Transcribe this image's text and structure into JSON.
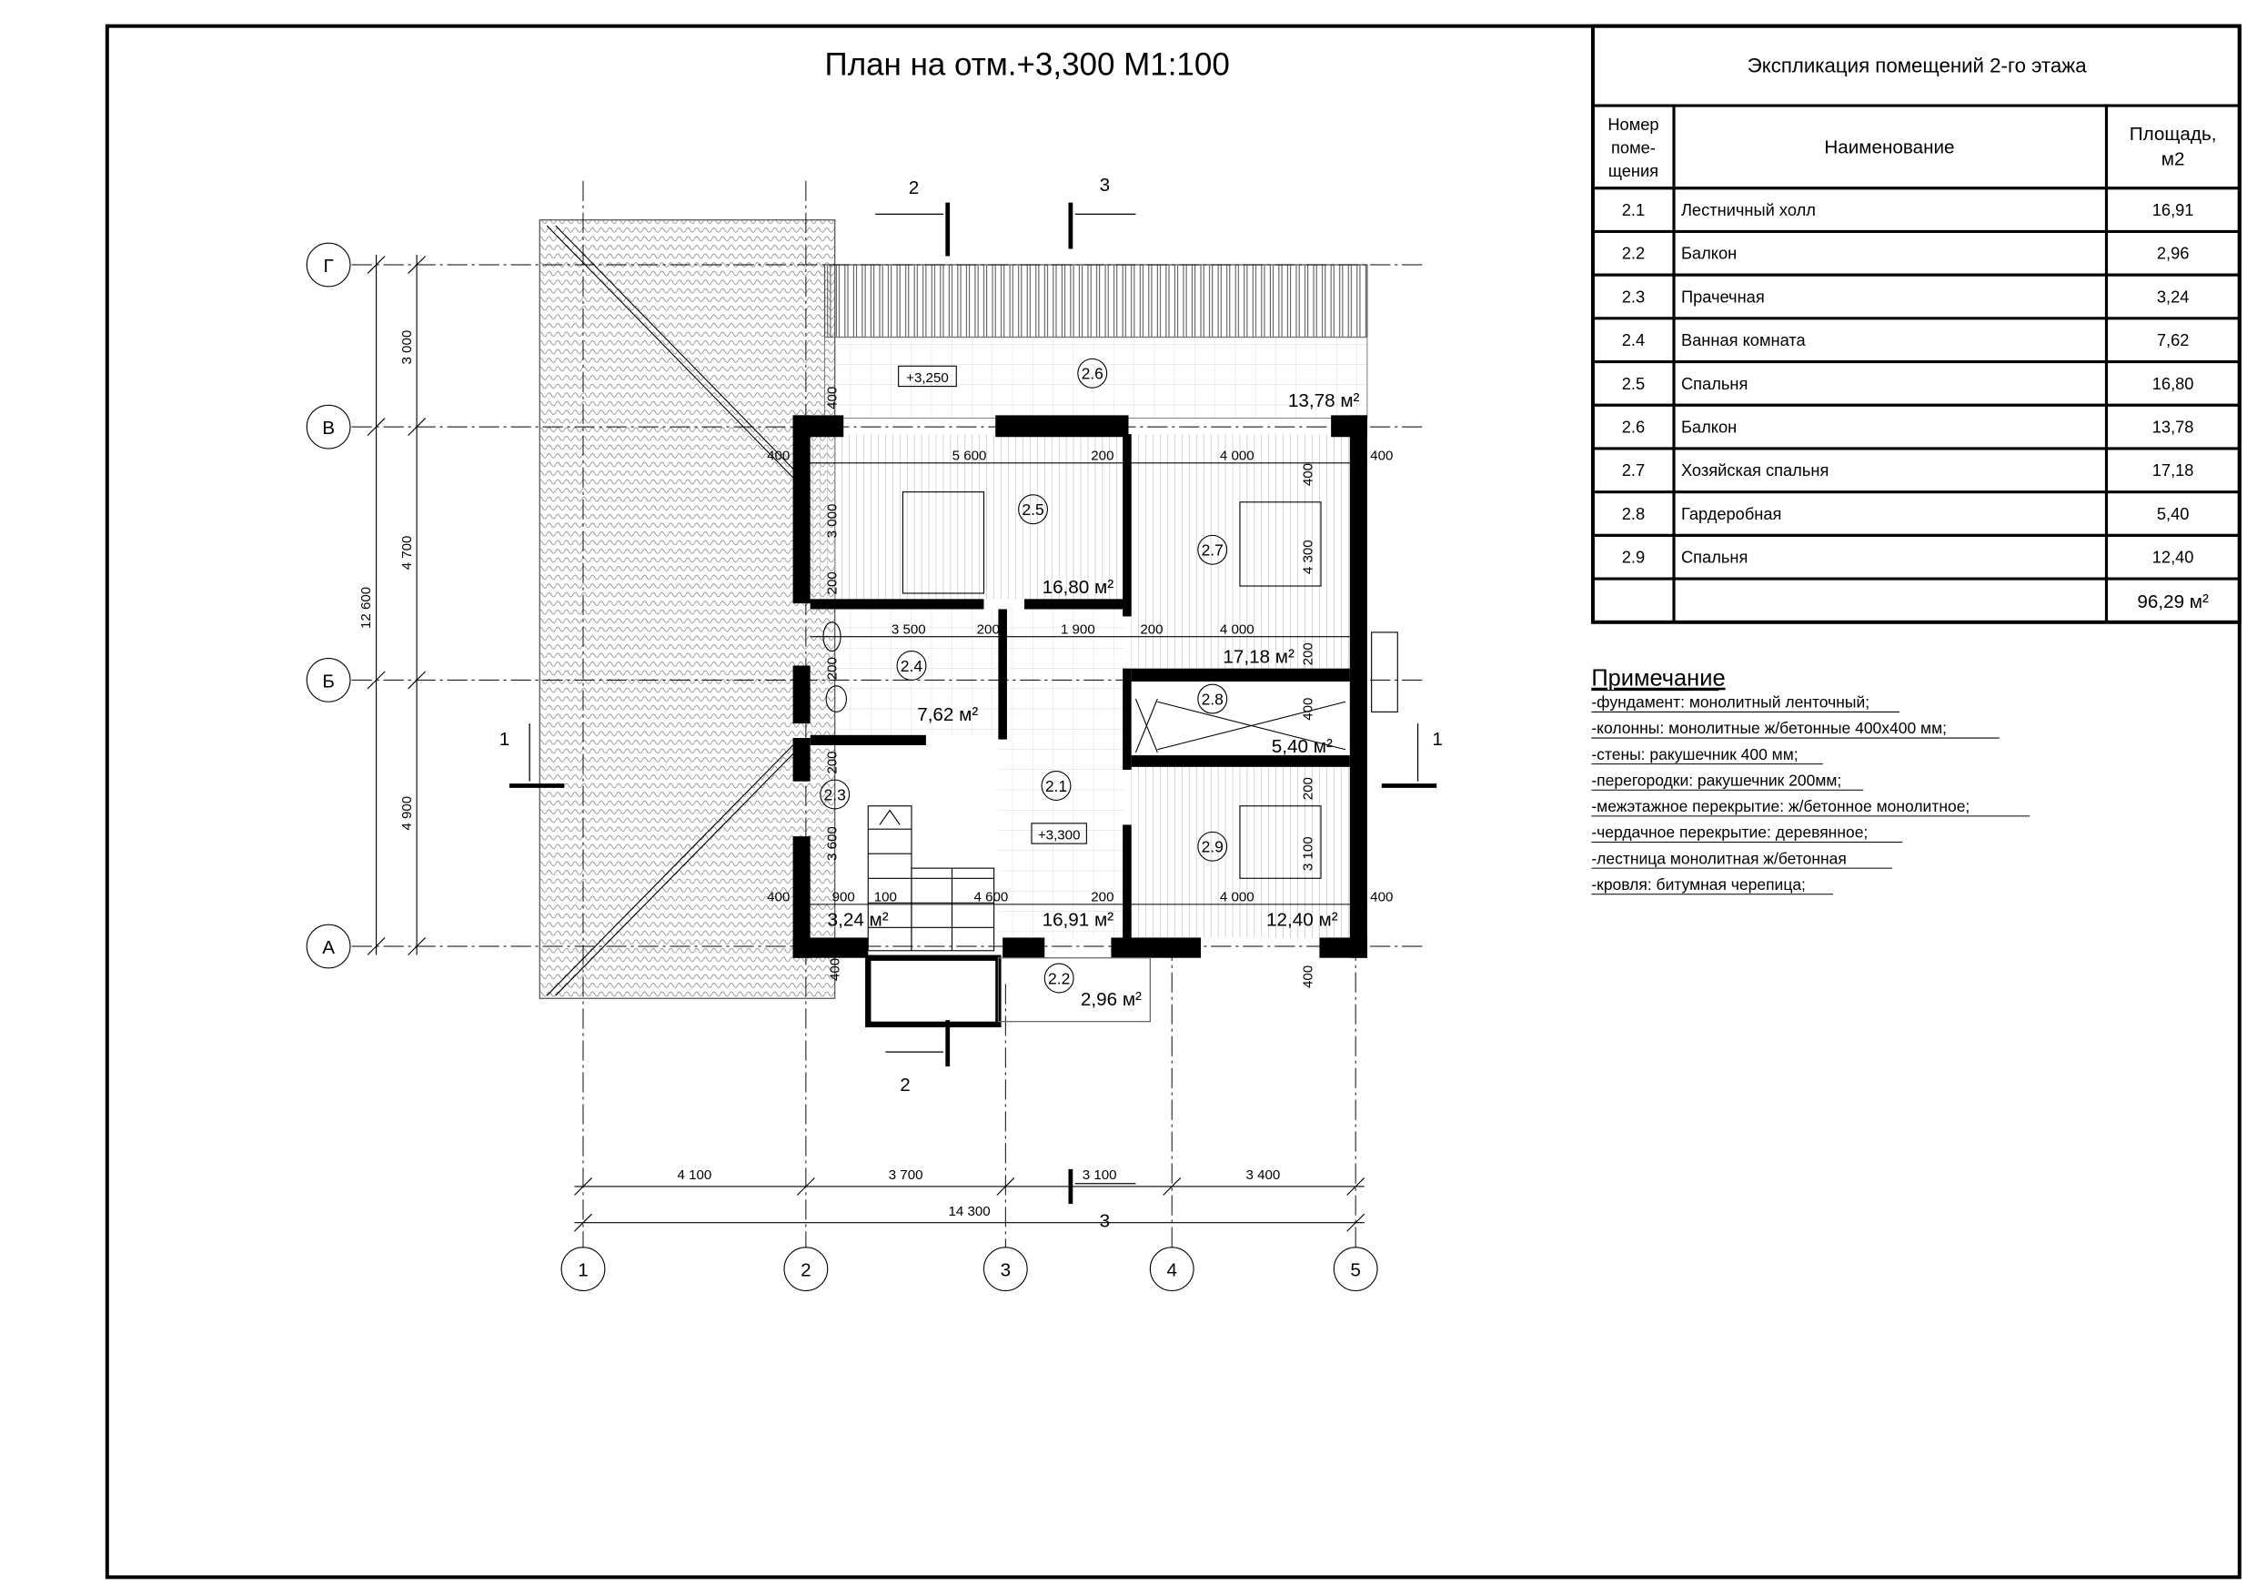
{
  "title": "План на отм.+3,300 М1:100",
  "axes": {
    "columns": [
      "1",
      "2",
      "3",
      "4",
      "5"
    ],
    "rows": [
      "Г",
      "В",
      "Б",
      "А"
    ]
  },
  "sections": {
    "s1": "1",
    "s2": "2",
    "s3": "3"
  },
  "dimensions": {
    "left_chain": [
      "3 000",
      "4 700",
      "4 900"
    ],
    "left_total": "12 600",
    "bottom_chain": [
      "4 100",
      "3 700",
      "3 100",
      "3 400"
    ],
    "bottom_total": "14 300",
    "interior": [
      "5 600",
      "200",
      "4 000",
      "400",
      "400",
      "3 500",
      "200",
      "1 900",
      "200",
      "4 000",
      "4 600",
      "200",
      "4 000",
      "400",
      "900",
      "100",
      "400",
      "3 000",
      "200",
      "200",
      "200",
      "3 600",
      "400",
      "400",
      "4 300",
      "200",
      "400",
      "200",
      "3 100",
      "400",
      "400"
    ]
  },
  "levels": {
    "balcony": "+3,250",
    "floor": "+3,300"
  },
  "rooms": [
    {
      "num": "2.1",
      "area": "16,91 м²"
    },
    {
      "num": "2.2",
      "area": "2,96 м²"
    },
    {
      "num": "2.3",
      "area": "3,24 м²"
    },
    {
      "num": "2.4",
      "area": "7,62 м²"
    },
    {
      "num": "2.5",
      "area": "16,80 м²"
    },
    {
      "num": "2.6",
      "area": "13,78 м²"
    },
    {
      "num": "2.7",
      "area": "17,18 м²"
    },
    {
      "num": "2.8",
      "area": "5,40 м²"
    },
    {
      "num": "2.9",
      "area": "12,40 м²"
    }
  ],
  "table": {
    "title": "Экспликация помещений 2-го этажа",
    "headers": {
      "num_1": "Номер",
      "num_2": "поме-",
      "num_3": "щения",
      "name": "Наименование",
      "area_1": "Площадь,",
      "area_2": "м2"
    },
    "rows": [
      {
        "num": "2.1",
        "name": "Лестничный холл",
        "area": "16,91"
      },
      {
        "num": "2.2",
        "name": "Балкон",
        "area": "2,96"
      },
      {
        "num": "2.3",
        "name": "Прачечная",
        "area": "3,24"
      },
      {
        "num": "2.4",
        "name": "Ванная комната",
        "area": "7,62"
      },
      {
        "num": "2.5",
        "name": "Спальня",
        "area": "16,80"
      },
      {
        "num": "2.6",
        "name": "Балкон",
        "area": "13,78"
      },
      {
        "num": "2.7",
        "name": "Хозяйская спальня",
        "area": "17,18"
      },
      {
        "num": "2.8",
        "name": "Гардеробная",
        "area": "5,40"
      },
      {
        "num": "2.9",
        "name": "Спальня",
        "area": "12,40"
      }
    ],
    "total": "96,29 м²"
  },
  "notes": {
    "title": "Примечание",
    "items": [
      "-фундамент: монолитный ленточный;",
      "-колонны: монолитные ж/бетонные 400х400 мм;",
      "-стены: ракушечник 400 мм;",
      "-перегородки: ракушечник 200мм;",
      "-межэтажное перекрытие: ж/бетонное монолитное;",
      "-чердачное перекрытие: деревянное;",
      "-лестница монолитная ж/бетонная",
      "-кровля: битумная черепица;"
    ]
  }
}
